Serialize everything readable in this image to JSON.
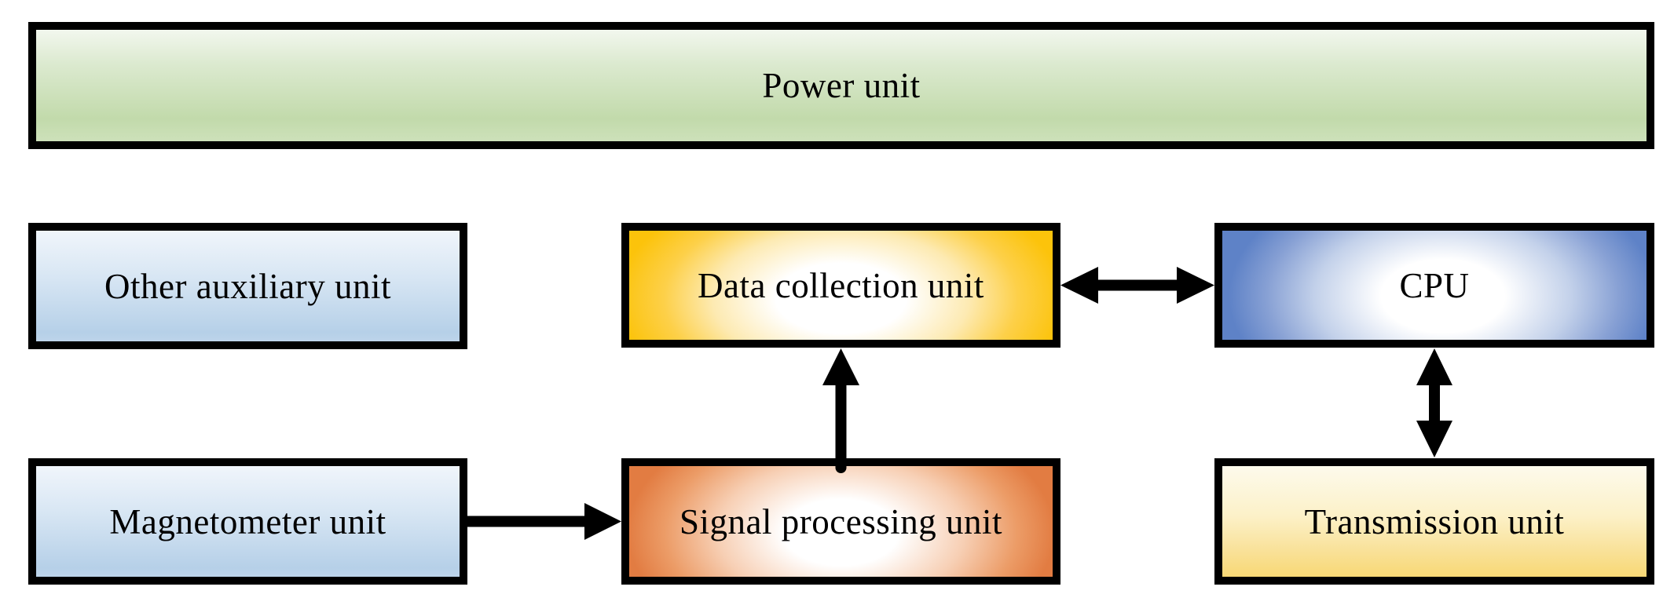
{
  "nodes": {
    "power": {
      "label": "Power unit",
      "fill": "#c2daab"
    },
    "other_auxiliary": {
      "label": "Other auxiliary unit",
      "fill": "#b6d0e8"
    },
    "data_collection": {
      "label": "Data collection unit",
      "fill": "#fcc30b"
    },
    "cpu": {
      "label": "CPU",
      "fill": "#5e82c7"
    },
    "magnetometer": {
      "label": "Magnetometer unit",
      "fill": "#b6d0e8"
    },
    "signal_processing": {
      "label": "Signal processing unit",
      "fill": "#e27c42"
    },
    "transmission": {
      "label": "Transmission unit",
      "fill": "#f8d875"
    }
  },
  "edges": [
    {
      "from": "Data collection unit",
      "to": "CPU",
      "direction": "bidirectional",
      "orientation": "horizontal"
    },
    {
      "from": "Signal processing unit",
      "to": "Data collection unit",
      "direction": "one-way",
      "orientation": "vertical"
    },
    {
      "from": "Magnetometer unit",
      "to": "Signal processing unit",
      "direction": "one-way",
      "orientation": "horizontal"
    },
    {
      "from": "CPU",
      "to": "Transmission unit",
      "direction": "bidirectional",
      "orientation": "vertical"
    }
  ],
  "colors": {
    "border": "#000000",
    "arrow": "#000000",
    "text": "#000000",
    "background": "#ffffff"
  }
}
